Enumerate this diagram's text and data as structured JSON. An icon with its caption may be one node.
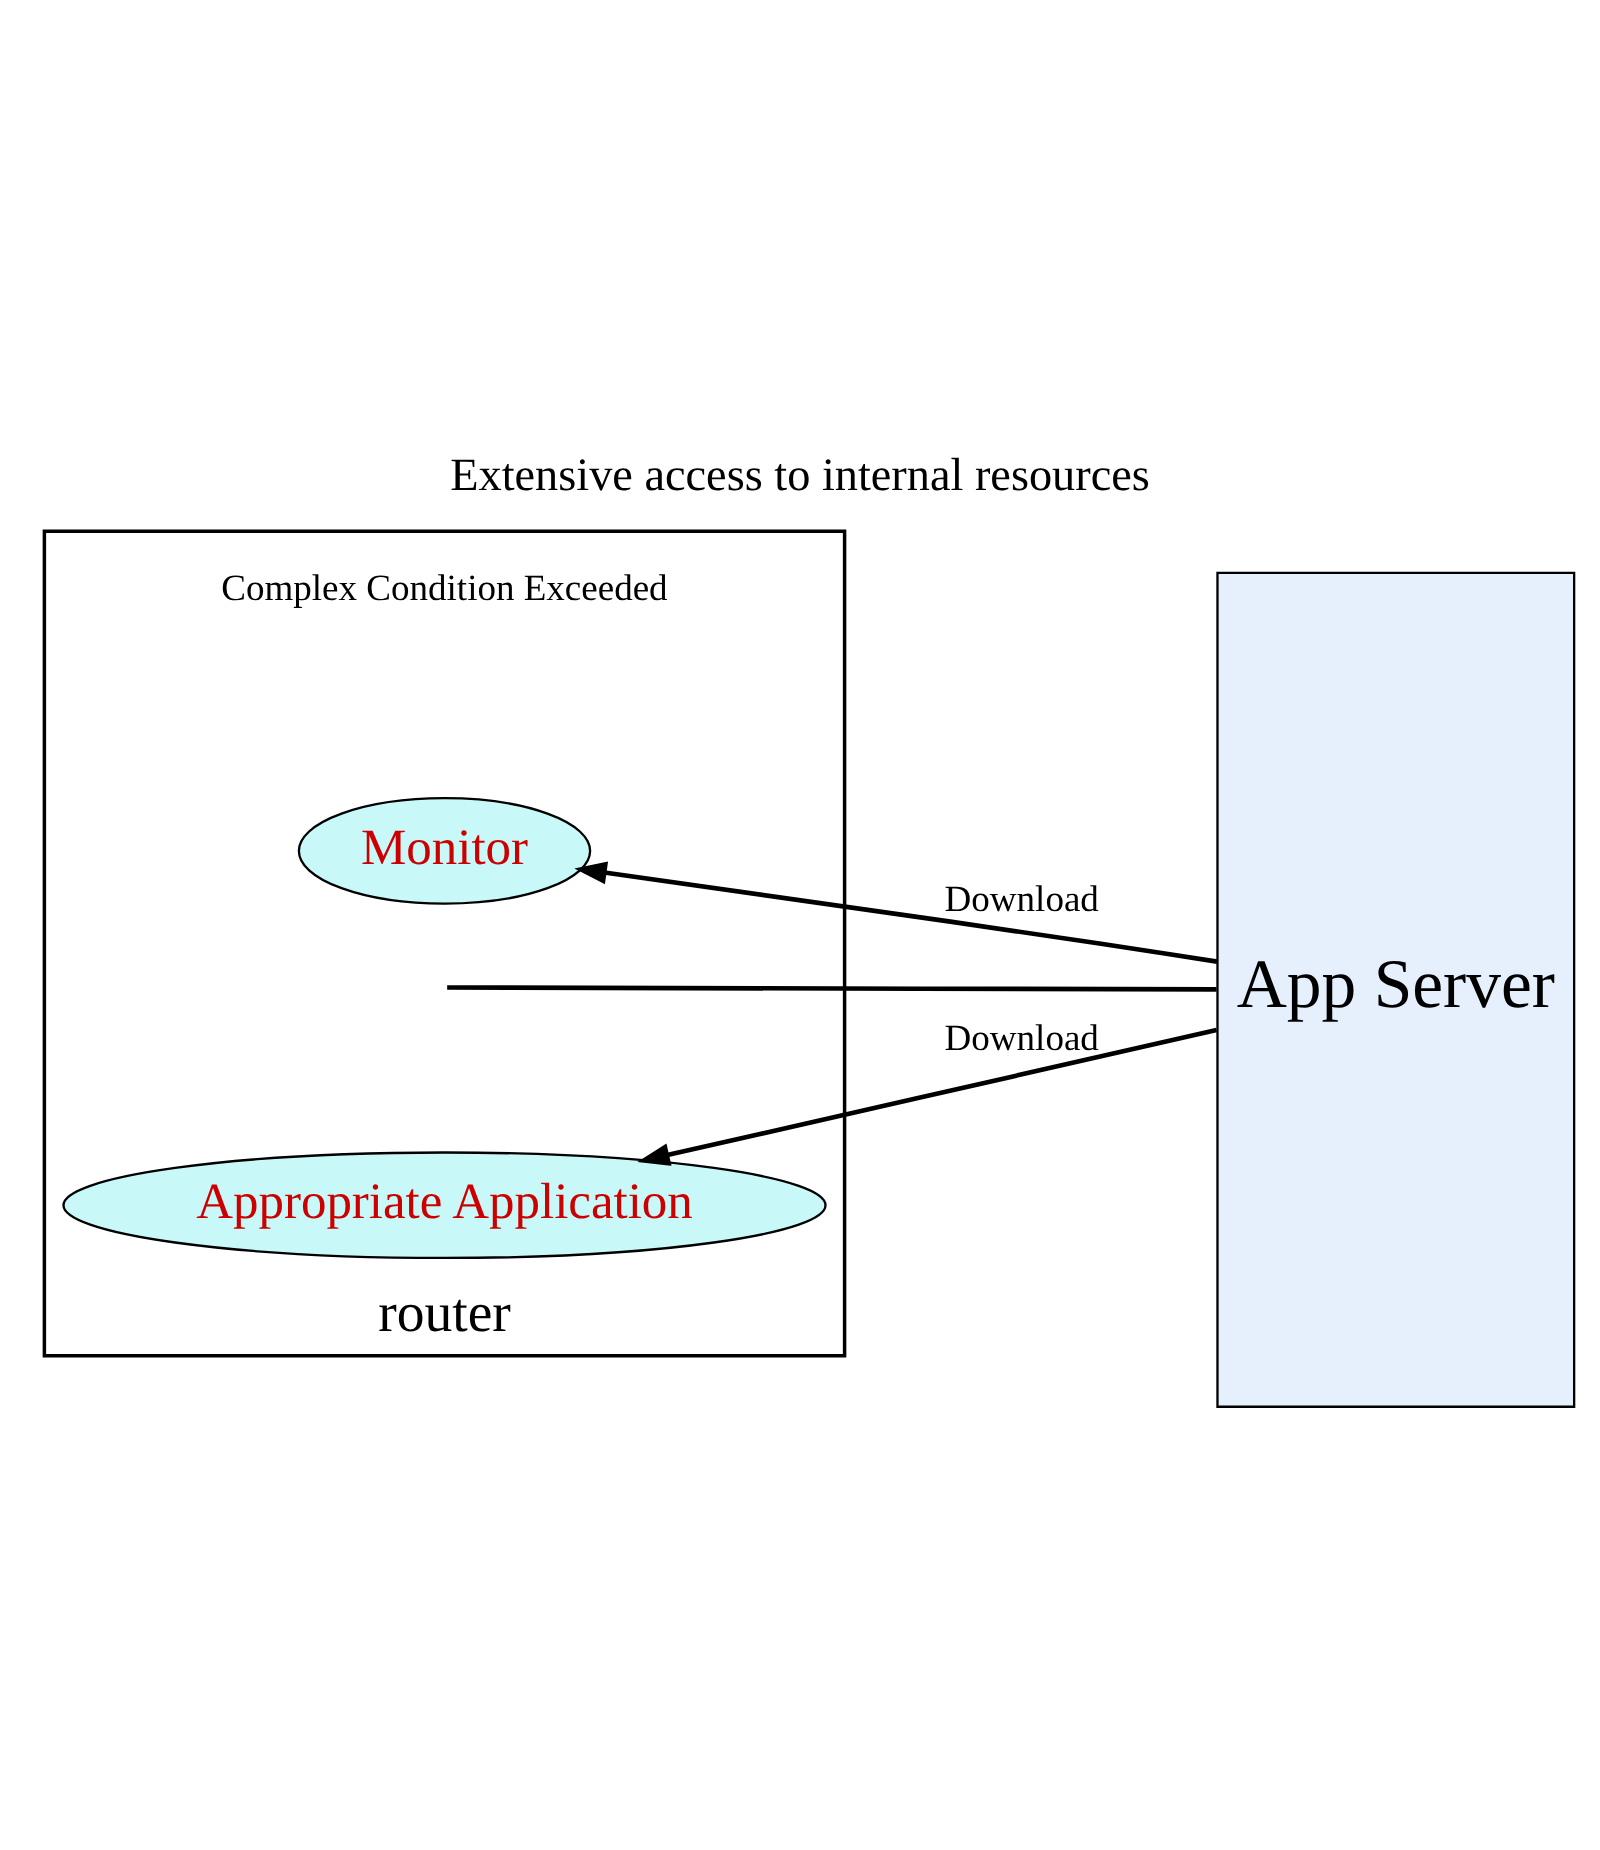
{
  "diagram": {
    "title": "Extensive access to internal resources",
    "nodes": [
      {
        "text": [
          "router"
        ]
      },
      {
        "text": [
          "Monitor"
        ],
        "in": 0
      },
      {
        "text": [
          "Appropriate Application"
        ],
        "in": 0
      },
      {
        "text": [
          "App Server"
        ]
      }
    ],
    "edges": [
      {
        "from": 3,
        "to": 1,
        "arrow": "to",
        "label": "Download"
      },
      {
        "from": 3,
        "to": null,
        "arrow": "none"
      },
      {
        "from": 3,
        "to": 2,
        "arrow": "to",
        "label": "Download"
      }
    ],
    "labels": [
      "Complex Condition Exceeded"
    ]
  }
}
